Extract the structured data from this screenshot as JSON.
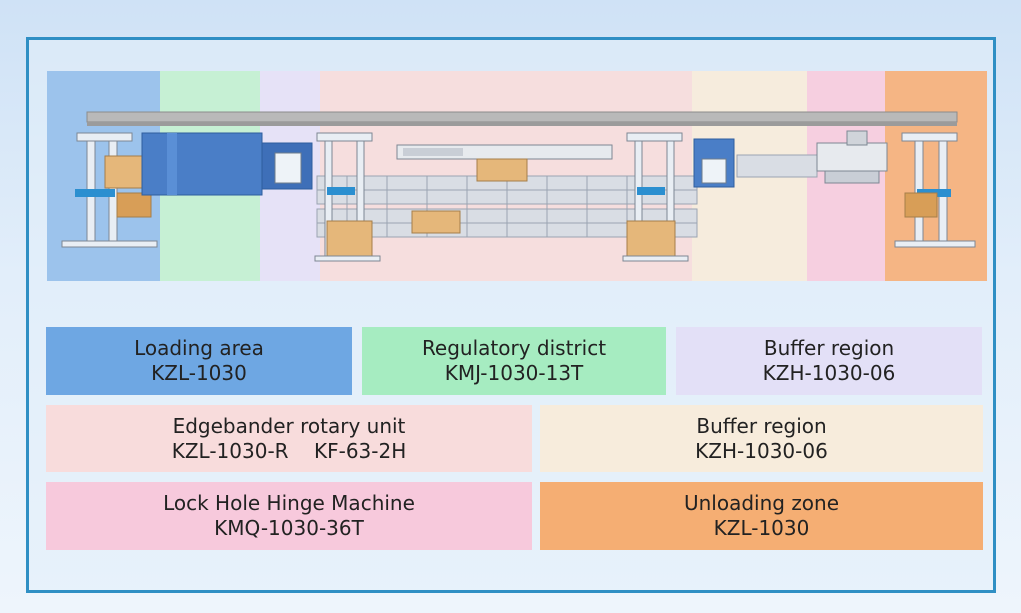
{
  "zones": [
    {
      "key": "loading",
      "name": "Loading area",
      "model": "KZL-1030",
      "color": "#6ea7e3"
    },
    {
      "key": "regulatory",
      "name": "Regulatory district",
      "model": "KMJ-1030-13T",
      "color": "#a6ecc1"
    },
    {
      "key": "buffer1",
      "name": "Buffer region",
      "model": "KZH-1030-06",
      "color": "#e3e0f7"
    },
    {
      "key": "edgebander",
      "name": "Edgebander rotary unit",
      "model": "KZL-1030-R    KF-63-2H",
      "color": "#f8dcdc"
    },
    {
      "key": "buffer2",
      "name": "Buffer region",
      "model": "KZH-1030-06",
      "color": "#f7ecdc"
    },
    {
      "key": "lockhole",
      "name": "Lock Hole Hinge Machine",
      "model": "KMQ-1030-36T",
      "color": "#f7c9dc"
    },
    {
      "key": "unloading",
      "name": "Unloading zone",
      "model": "KZL-1030",
      "color": "#f5ae73"
    }
  ]
}
